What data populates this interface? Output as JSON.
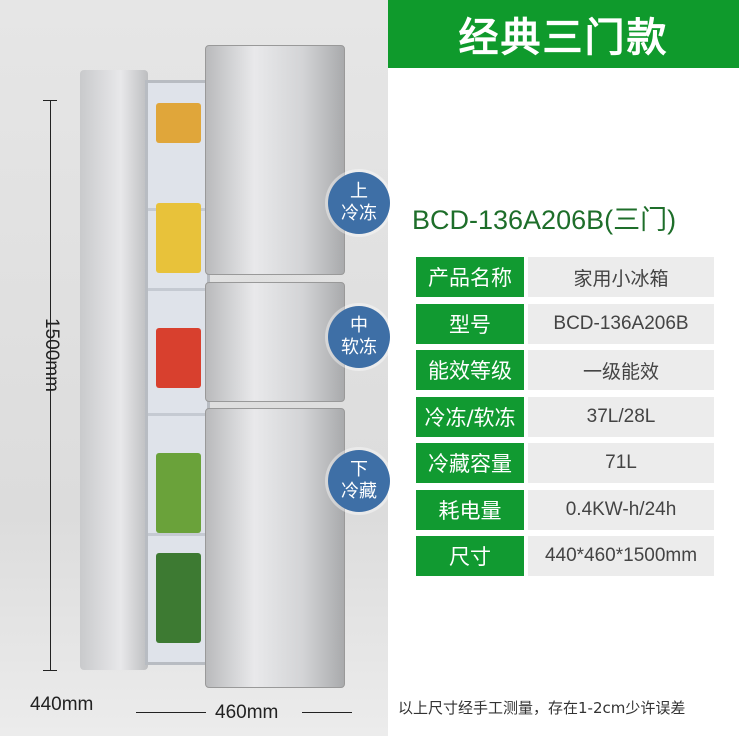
{
  "header": {
    "title": "经典三门款"
  },
  "model": "BCD-136A206B(三门)",
  "specs": [
    {
      "label": "产品名称",
      "value": "家用小冰箱"
    },
    {
      "label": "型号",
      "value": "BCD-136A206B"
    },
    {
      "label": "能效等级",
      "value": "一级能效"
    },
    {
      "label": "冷冻/软冻",
      "value": "37L/28L"
    },
    {
      "label": "冷藏容量",
      "value": "71L"
    },
    {
      "label": "耗电量",
      "value": "0.4KW-h/24h"
    },
    {
      "label": "尺寸",
      "value": "440*460*1500mm"
    }
  ],
  "compartments": [
    {
      "line1": "上",
      "line2": "冷冻"
    },
    {
      "line1": "中",
      "line2": "软冻"
    },
    {
      "line1": "下",
      "line2": "冷藏"
    }
  ],
  "dimensions": {
    "height": "1500mm",
    "depth": "440mm",
    "width": "460mm"
  },
  "note": "以上尺寸经手工测量，存在1-2cm少许误差",
  "colors": {
    "green": "#0f9a2c",
    "badge_blue": "#3e6fa6"
  }
}
